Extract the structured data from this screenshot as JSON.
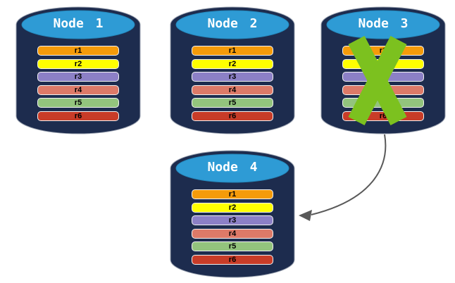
{
  "colors": {
    "cylinder_body": "#1D2C4E",
    "cylinder_top": "#2E9BD5",
    "failure_x": "#7CC11F",
    "arrow": "#595959",
    "node_label_text": "#FFFFFF",
    "record_text": "#000000"
  },
  "nodes": [
    {
      "id": "node-1",
      "label": "Node 1",
      "failed": false,
      "records": [
        {
          "label": "r1",
          "color": "#F59B0A"
        },
        {
          "label": "r2",
          "color": "#FFFF00"
        },
        {
          "label": "r3",
          "color": "#8C80C6"
        },
        {
          "label": "r4",
          "color": "#DD7A68"
        },
        {
          "label": "r5",
          "color": "#93C47D"
        },
        {
          "label": "r6",
          "color": "#C83C28"
        }
      ]
    },
    {
      "id": "node-2",
      "label": "Node 2",
      "failed": false,
      "records": [
        {
          "label": "r1",
          "color": "#F59B0A"
        },
        {
          "label": "r2",
          "color": "#FFFF00"
        },
        {
          "label": "r3",
          "color": "#8C80C6"
        },
        {
          "label": "r4",
          "color": "#DD7A68"
        },
        {
          "label": "r5",
          "color": "#93C47D"
        },
        {
          "label": "r6",
          "color": "#C83C28"
        }
      ]
    },
    {
      "id": "node-3",
      "label": "Node 3",
      "failed": true,
      "records": [
        {
          "label": "r1",
          "color": "#F59B0A"
        },
        {
          "label": "r2",
          "color": "#FFFF00"
        },
        {
          "label": "r3",
          "color": "#8C80C6"
        },
        {
          "label": "r4",
          "color": "#DD7A68"
        },
        {
          "label": "r5",
          "color": "#93C47D"
        },
        {
          "label": "r6",
          "color": "#C83C28"
        }
      ]
    },
    {
      "id": "node-4",
      "label": "Node 4",
      "failed": false,
      "records": [
        {
          "label": "r1",
          "color": "#F59B0A"
        },
        {
          "label": "r2",
          "color": "#FFFF00"
        },
        {
          "label": "r3",
          "color": "#8C80C6"
        },
        {
          "label": "r4",
          "color": "#DD7A68"
        },
        {
          "label": "r5",
          "color": "#93C47D"
        },
        {
          "label": "r6",
          "color": "#C83C28"
        }
      ]
    }
  ],
  "arrow": {
    "from": "node-3",
    "to": "node-4"
  }
}
